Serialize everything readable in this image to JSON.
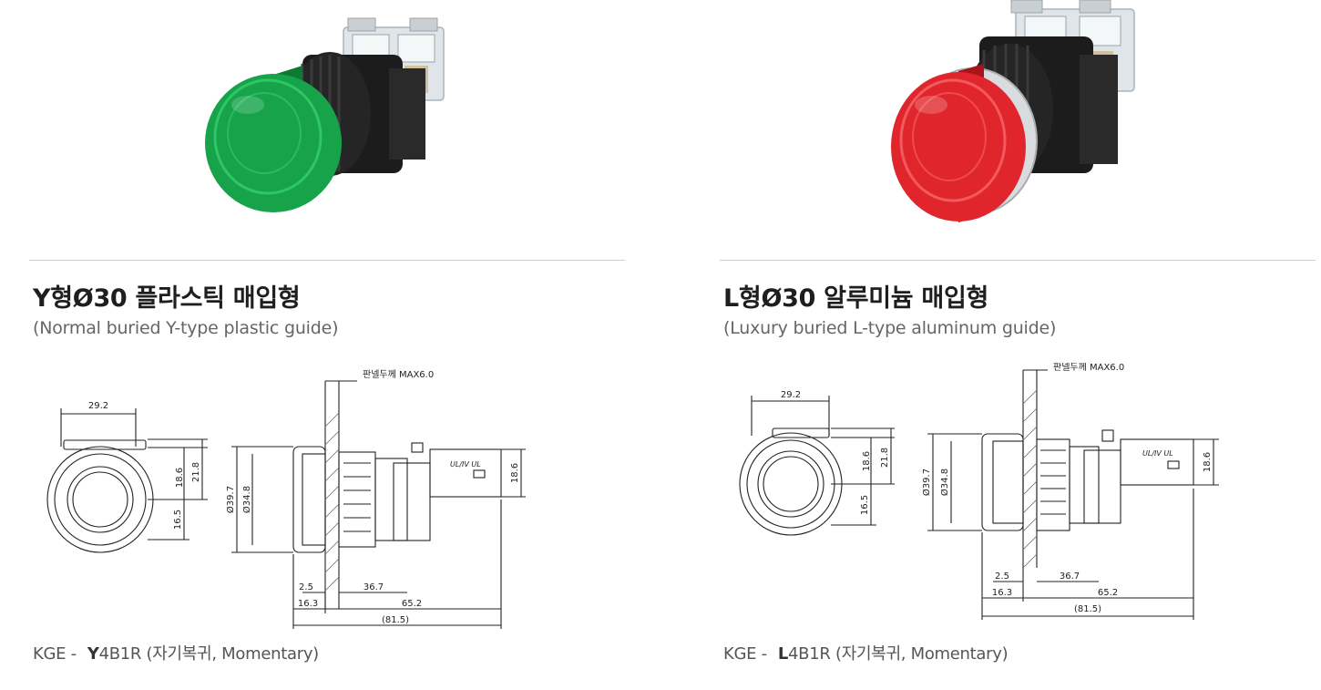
{
  "products": [
    {
      "id": "y",
      "title": "Y형Ø30 플라스틱 매입형",
      "subtitle": "(Normal buried Y-type plastic guide)",
      "cap_color": "#16a34a",
      "cap_highlight": "#2fc766",
      "cap_shadow": "#0d7a34",
      "panel_label": "판넬두께 MAX6.0",
      "dims": {
        "front_width": "29.2",
        "top_height": "18.6",
        "total_height": "21.8",
        "bottom_height": "16.5",
        "outer_dia": "Ø39.7",
        "inner_dia": "Ø34.8",
        "contact_height": "18.6",
        "bezel": "2.5",
        "body": "36.7",
        "front_depth": "16.3",
        "rear_depth": "65.2",
        "overall": "(81.5)"
      },
      "contact_marking": "UL/IV UL",
      "code_prefix": "KGE -",
      "code_letter": "Y",
      "code_rest": "4B1R (자기복귀, Momentary)"
    },
    {
      "id": "l",
      "title": "L형Ø30 알루미늄 매입형",
      "subtitle": "(Luxury buried L-type aluminum guide)",
      "cap_color": "#e0262c",
      "cap_highlight": "#f35a5f",
      "cap_shadow": "#a8141a",
      "panel_label": "판넬두께 MAX6.0",
      "dims": {
        "front_width": "29.2",
        "top_height": "18.6",
        "total_height": "21.8",
        "bottom_height": "16.5",
        "outer_dia": "Ø39.7",
        "inner_dia": "Ø34.8",
        "contact_height": "18.6",
        "bezel": "2.5",
        "body": "36.7",
        "front_depth": "16.3",
        "rear_depth": "65.2",
        "overall": "(81.5)"
      },
      "contact_marking": "UL/IV UL",
      "code_prefix": "KGE -",
      "code_letter": "L",
      "code_rest": "4B1R (자기복귀, Momentary)"
    }
  ]
}
